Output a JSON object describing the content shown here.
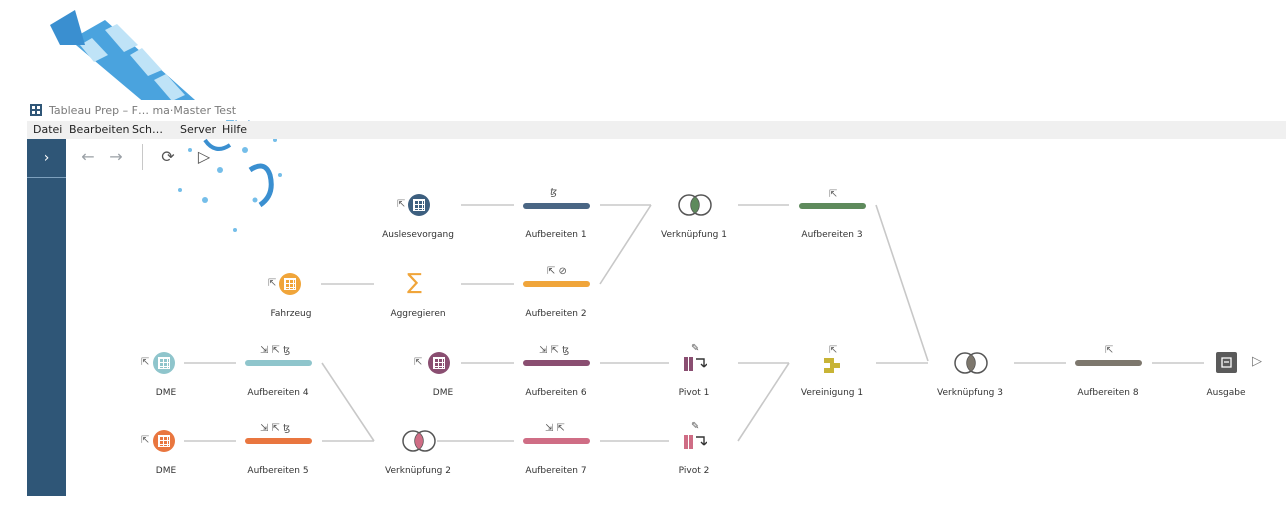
{
  "window": {
    "title": "Tableau Prep – F… ma·Master Test"
  },
  "menu": [
    "Datei",
    "Bearbeiten",
    "Sch…",
    "Server",
    "Hilfe"
  ],
  "toolbar": {
    "back": "←",
    "forward": "→",
    "refresh": "⟳",
    "run": "▷"
  },
  "sidebar": {
    "toggle": "›"
  },
  "flow": {
    "nodes": {
      "auslesevorgang": "Auslesevorgang",
      "aufbereiten1": "Aufbereiten 1",
      "verknuepfung1": "Verknüpfung 1",
      "aufbereiten3": "Aufbereiten 3",
      "fahrzeug": "Fahrzeug",
      "aggregieren": "Aggregieren",
      "aufbereiten2": "Aufbereiten 2",
      "dme1": "DME",
      "aufbereiten4": "Aufbereiten 4",
      "dme2": "DME",
      "aufbereiten6": "Aufbereiten 6",
      "pivot1": "Pivot 1",
      "vereinigung1": "Vereinigung 1",
      "verknuepfung3": "Verknüpfung 3",
      "aufbereiten8": "Aufbereiten 8",
      "ausgabe": "Ausgabe",
      "dme3": "DME",
      "aufbereiten5": "Aufbereiten 5",
      "verknuepfung2": "Verknüpfung 2",
      "aufbereiten7": "Aufbereiten 7",
      "pivot2": "Pivot 2"
    }
  },
  "colors": {
    "sidebar": "#2f5677",
    "input_blue": "#3d5f7f",
    "input_orange": "#f0a53a",
    "input_teal": "#8fc5cc",
    "input_plum": "#8a4e71",
    "input_red": "#e9763f",
    "bar1": "#4a6684",
    "bar2": "#f0a53a",
    "bar3": "#5e8a5c",
    "bar4": "#8fc5cc",
    "bar5": "#e9763f",
    "bar6": "#8a4e71",
    "bar7": "#cf6d85",
    "bar8": "#7d776d",
    "link": "#c8c8c8"
  }
}
